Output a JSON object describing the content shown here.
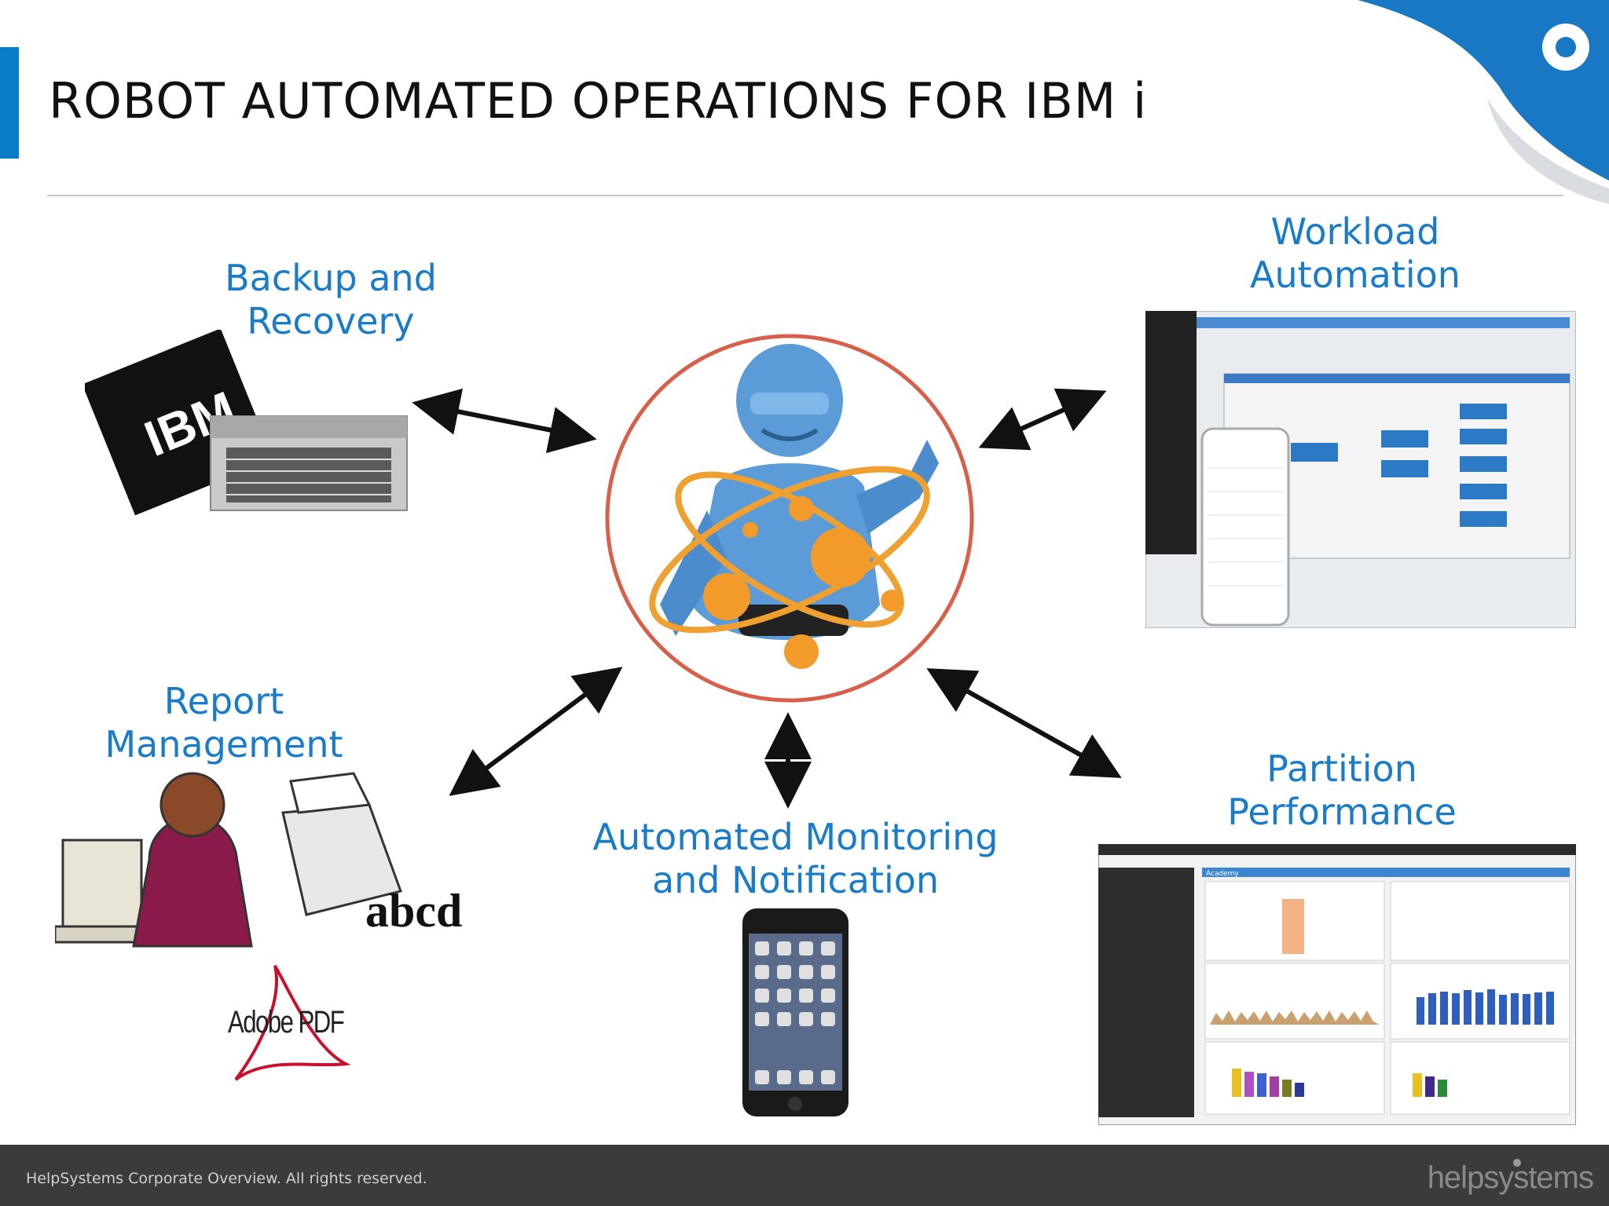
{
  "slide": {
    "title": "ROBOT AUTOMATED OPERATIONS FOR IBM i"
  },
  "diagram": {
    "backup": {
      "line1": "Backup and",
      "line2": "Recovery"
    },
    "workload": {
      "line1": "Workload",
      "line2": "Automation"
    },
    "report": {
      "line1": "Report",
      "line2": "Management"
    },
    "monitoring": {
      "line1": "Automated Monitoring",
      "line2": "and Notification"
    },
    "partition": {
      "line1": "Partition",
      "line2": "Performance"
    }
  },
  "images": {
    "ibm_logo_text": "IBM",
    "pdf_logo_text": "Adobe PDF",
    "abc_text": "abcd",
    "partition_window_title": "Academy"
  },
  "footer": {
    "copyright": "HelpSystems Corporate Overview. All rights reserved.",
    "logo": "helpsystems"
  },
  "colors": {
    "accent": "#0a7bc6",
    "label_blue": "#1a7cc9",
    "footer_bg": "#3b3b3b",
    "robot_ring": "#d8604a"
  }
}
